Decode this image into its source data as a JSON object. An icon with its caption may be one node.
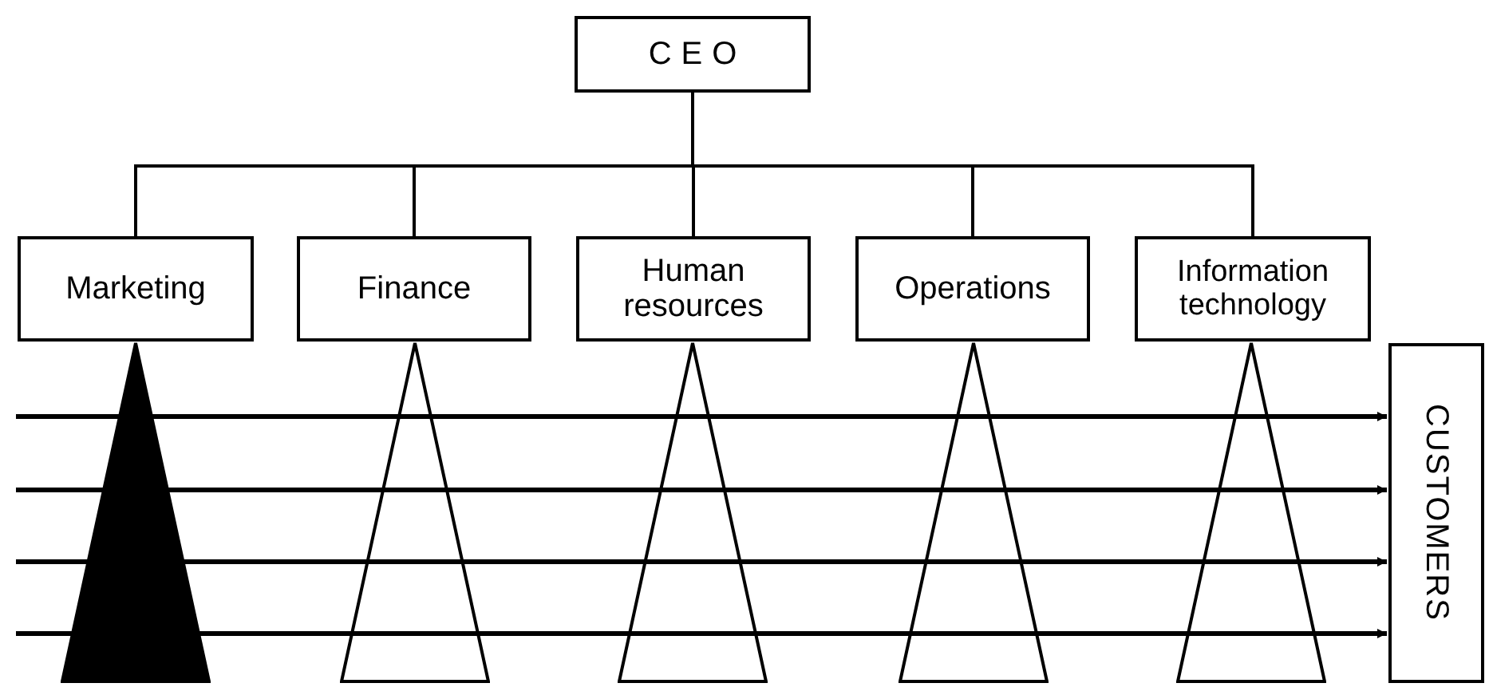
{
  "diagram": {
    "nodes": [
      {
        "text": [
          "CEO"
        ]
      },
      {
        "text": [
          "Marketing"
        ]
      },
      {
        "text": [
          "Finance"
        ]
      },
      {
        "text": [
          "Human resources"
        ]
      },
      {
        "text": [
          "Operations"
        ]
      },
      {
        "text": [
          "Information technology"
        ]
      },
      {
        "text": [
          "CUSTOMERS"
        ]
      },
      {
        "text": [],
        "shape": "triangle"
      },
      {
        "text": [],
        "shape": "triangle"
      },
      {
        "text": [],
        "shape": "triangle"
      },
      {
        "text": [],
        "shape": "triangle"
      },
      {
        "text": [],
        "shape": "triangle"
      }
    ],
    "edges": [
      {
        "from": 0,
        "to": 1,
        "arrow": "none"
      },
      {
        "from": 0,
        "to": 2,
        "arrow": "none"
      },
      {
        "from": 0,
        "to": 3,
        "arrow": "none"
      },
      {
        "from": 0,
        "to": 4,
        "arrow": "none"
      },
      {
        "from": 0,
        "to": 5,
        "arrow": "none"
      },
      {
        "from": null,
        "to": 6,
        "arrow": "to"
      },
      {
        "from": null,
        "to": 6,
        "arrow": "to"
      },
      {
        "from": null,
        "to": 6,
        "arrow": "to"
      },
      {
        "from": null,
        "to": 6,
        "arrow": "to"
      }
    ]
  }
}
